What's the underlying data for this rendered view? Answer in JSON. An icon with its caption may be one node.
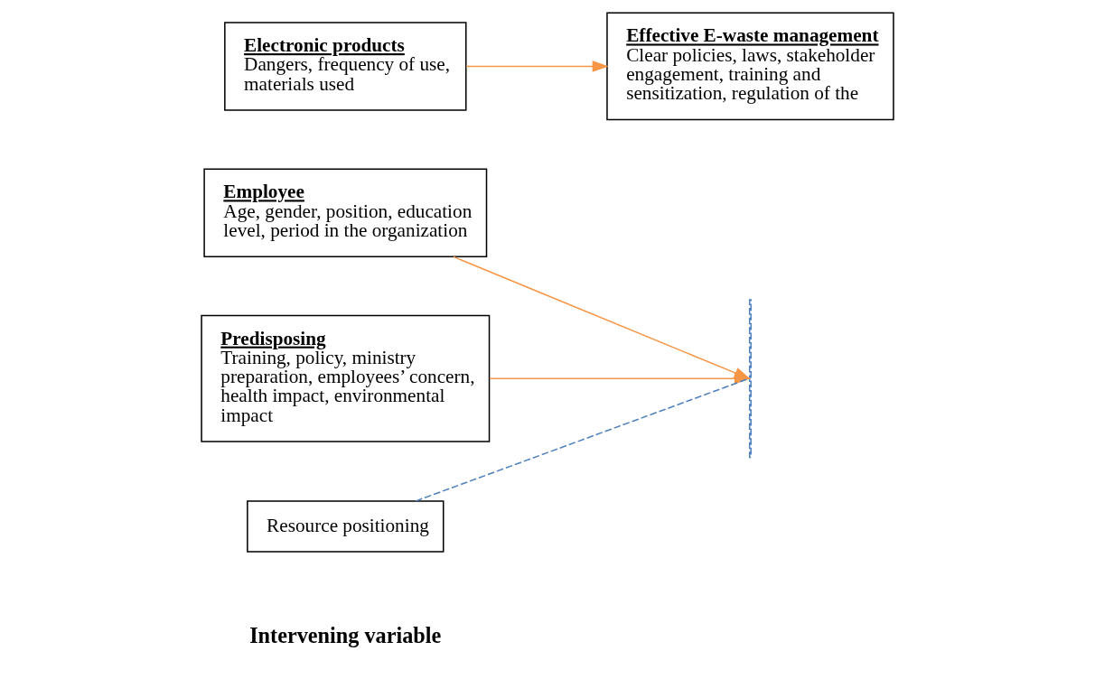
{
  "diagram": {
    "nodes": [
      {
        "text": [
          "Employee",
          "Age, gender, position, education level, period in the organization"
        ]
      },
      {
        "text": [
          "Electronic products",
          "Dangers, frequency of use, materials used"
        ]
      },
      {
        "text": [
          "Predisposing",
          "Training, policy, ministry preparation, employees’ concern, health impact, environmental impact"
        ]
      },
      {
        "text": [
          "Effective E-waste management",
          "Clear policies, laws, stakeholder engagement, training and sensitization, regulation of the"
        ]
      },
      {
        "text": [
          "Resource positioning"
        ],
        "beside": [
          "Intervening variable"
        ]
      },
      {
        "text": [],
        "shape": "line"
      }
    ],
    "edges": [
      {
        "from": 0,
        "to": 5,
        "arrow": "to"
      },
      {
        "from": 1,
        "to": 3,
        "arrow": "to"
      },
      {
        "from": 2,
        "to": 5,
        "arrow": "to"
      },
      {
        "from": 4,
        "to": 5,
        "arrow": "none",
        "style": "dashed",
        "color": "#4f81bd"
      }
    ]
  }
}
